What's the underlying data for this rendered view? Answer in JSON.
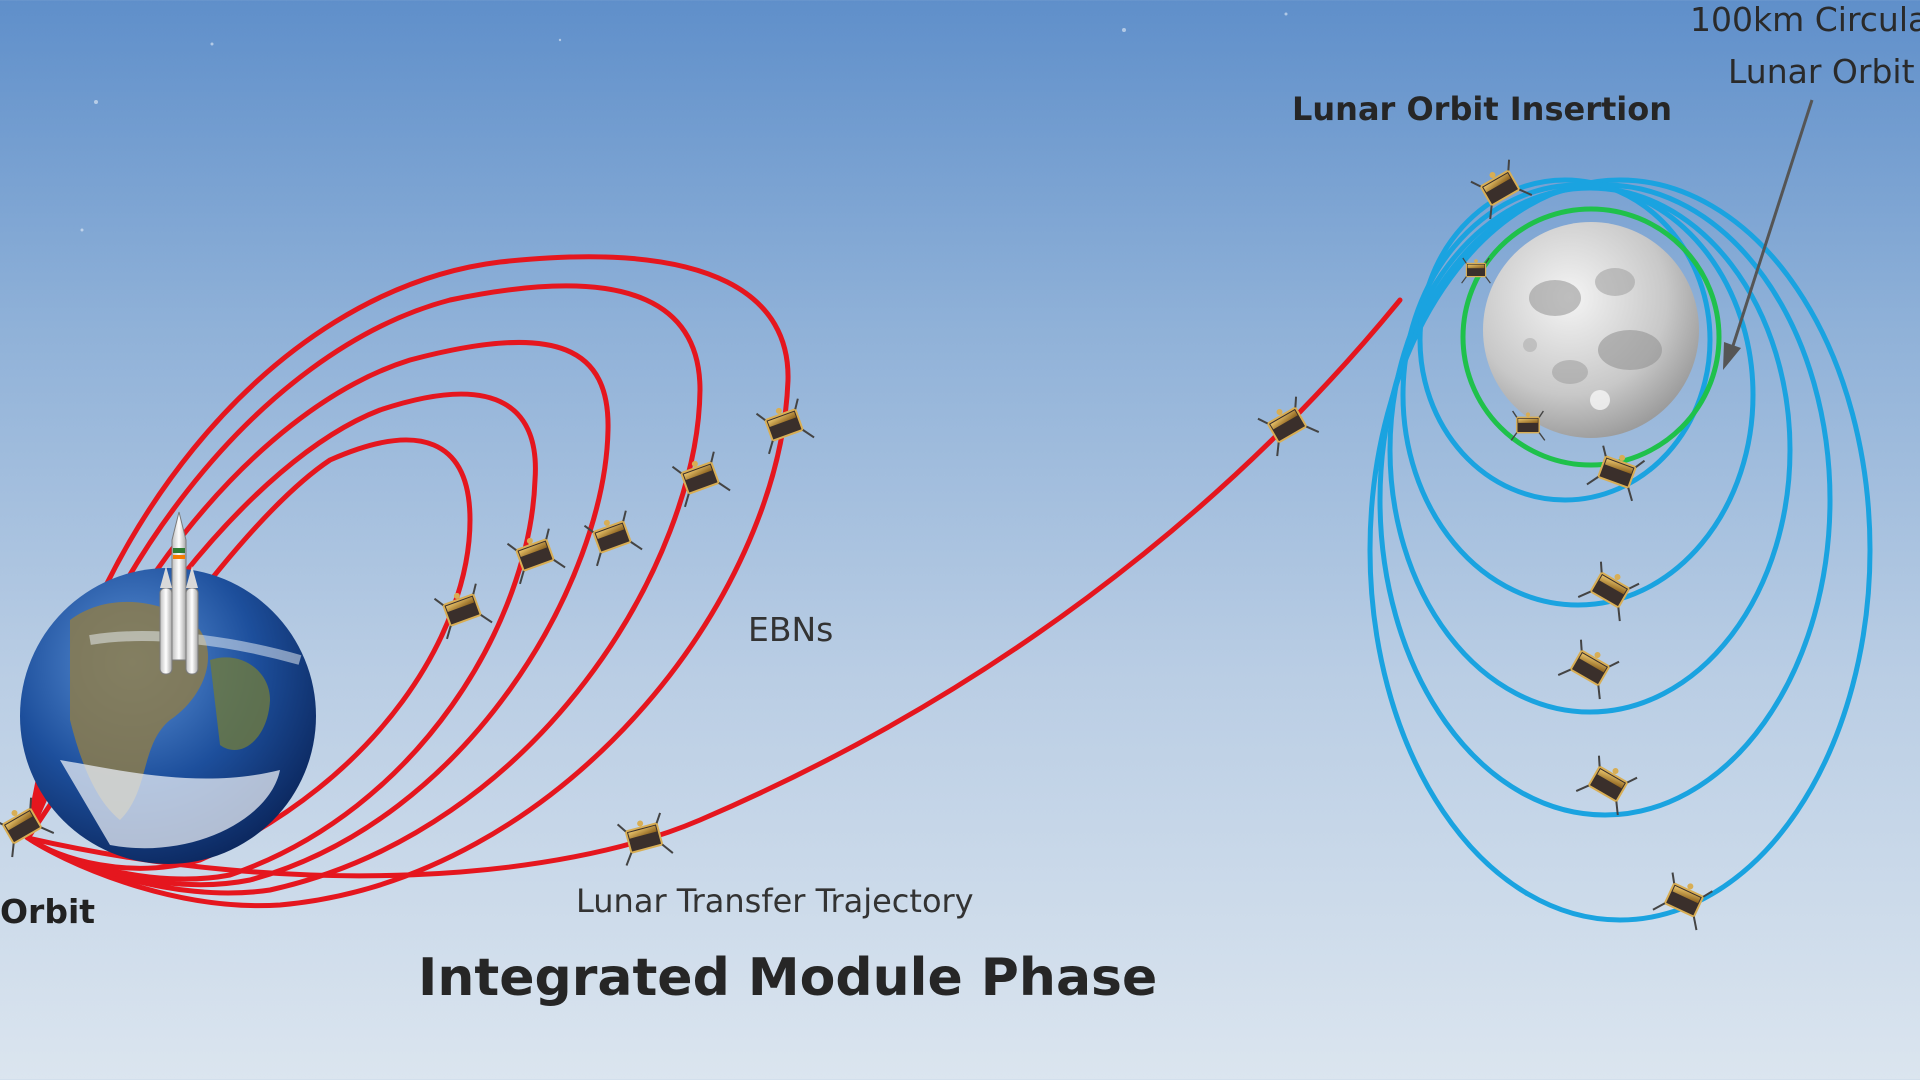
{
  "labels": {
    "earth_orbit": "Orbit",
    "ebns": "EBNs",
    "lunar_transfer_trajectory": "Lunar Transfer Trajectory",
    "phase_title": "Integrated Module Phase",
    "lunar_orbit_insertion": "Lunar Orbit Insertion",
    "circular_orbit_line1": "100km Circula",
    "circular_orbit_line2": "Lunar Orbit"
  },
  "colors": {
    "earth_orbits": "#e5161e",
    "lunar_orbits": "#1aa3e0",
    "final_circular_orbit": "#1fc14b",
    "pointer_arrow": "#555555",
    "sky_top": "#5f8fca",
    "sky_bottom": "#dbe5ef"
  },
  "icons": {
    "earth": "earth-globe",
    "moon": "moon",
    "rocket": "launch-vehicle",
    "spacecraft": "spacecraft-icon"
  }
}
